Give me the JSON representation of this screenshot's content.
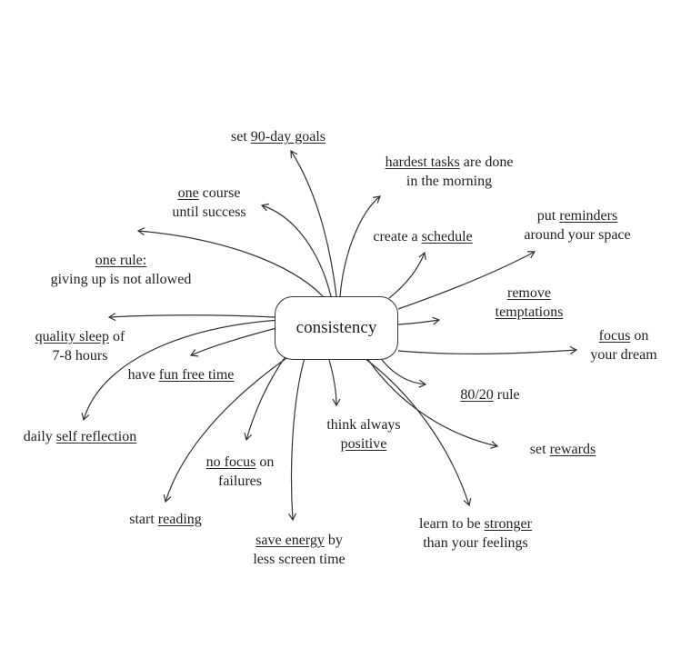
{
  "center": "consistency",
  "nodes": {
    "goals": {
      "a": "set ",
      "u": "90-day goals"
    },
    "hardest": {
      "u": "hardest tasks",
      "a": " are done",
      "l2": "in the morning"
    },
    "one_course": {
      "u": "one",
      "a": " course",
      "l2": "until success"
    },
    "schedule": {
      "a": "create a ",
      "u": "schedule"
    },
    "reminders": {
      "a": "put ",
      "u": "reminders",
      "l2": "around your space"
    },
    "one_rule": {
      "u": "one rule:",
      "l2": "giving up is not allowed"
    },
    "temptations": {
      "u": "remove",
      "u2": "temptations"
    },
    "sleep": {
      "u": "quality sleep",
      "a": " of",
      "l2": "7-8 hours"
    },
    "focus_dream": {
      "u": "focus",
      "a": " on",
      "l2": "your dream"
    },
    "fun": {
      "a": "have ",
      "u": "fun free time"
    },
    "rule8020": {
      "u": "80/20",
      "a": " rule"
    },
    "self_reflection": {
      "a": "daily ",
      "u": "self reflection"
    },
    "positive": {
      "l1": "think always",
      "u": "positive"
    },
    "rewards": {
      "a": "set ",
      "u": "rewards"
    },
    "no_focus": {
      "u": "no focus",
      "a": " on",
      "l2": "failures"
    },
    "reading": {
      "a": "start ",
      "u": "reading"
    },
    "stronger": {
      "a": "learn to be ",
      "u": "stronger",
      "l2": "than your feelings"
    },
    "save_energy": {
      "u": "save energy",
      "a": " by",
      "l2": "less screen time"
    }
  },
  "colors": {
    "ink": "#222222",
    "line": "#333333",
    "background": "#ffffff"
  }
}
